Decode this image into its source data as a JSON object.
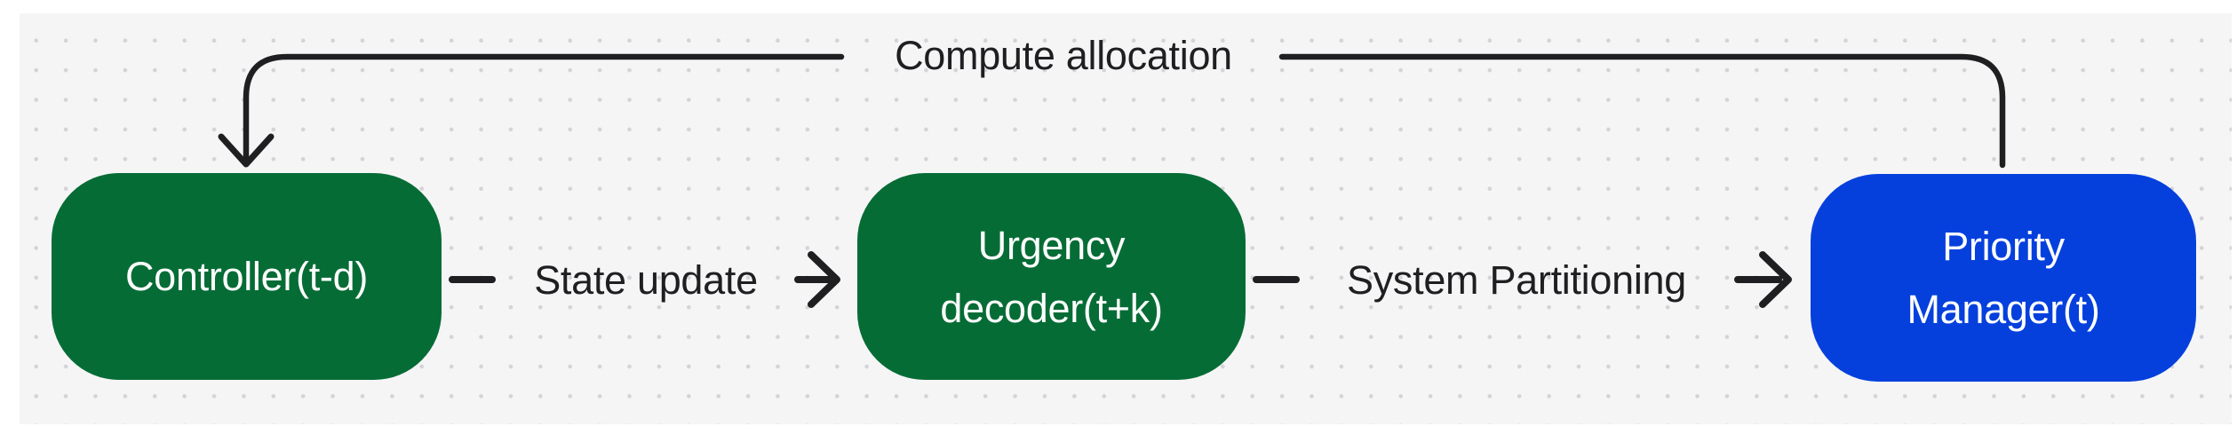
{
  "diagram": {
    "canvas": {
      "background_color": "#f5f5f6",
      "dot_color": "#d4d4d8",
      "stroke_color": "#1f1f22"
    },
    "nodes": [
      {
        "id": "controller",
        "label": "Controller(t-d)",
        "lines": [
          "Controller(t-d)"
        ],
        "fill_color": "#066c35",
        "text_color": "#ffffff"
      },
      {
        "id": "urgency-decoder",
        "label": "Urgency decoder(t+k)",
        "lines": [
          "Urgency",
          "decoder(t+k)"
        ],
        "fill_color": "#066c35",
        "text_color": "#ffffff"
      },
      {
        "id": "priority-manager",
        "label": "Priority Manager(t)",
        "lines": [
          "Priority",
          "Manager(t)"
        ],
        "fill_color": "#0540dd",
        "text_color": "#ffffff"
      }
    ],
    "edges": [
      {
        "id": "state-update",
        "label": "State update",
        "from": "controller",
        "to": "urgency-decoder",
        "direction": "right"
      },
      {
        "id": "system-partitioning",
        "label": "System Partitioning",
        "from": "urgency-decoder",
        "to": "priority-manager",
        "direction": "right"
      },
      {
        "id": "compute-allocation",
        "label": "Compute allocation",
        "from": "priority-manager",
        "to": "controller",
        "direction": "feedback-top"
      }
    ]
  }
}
